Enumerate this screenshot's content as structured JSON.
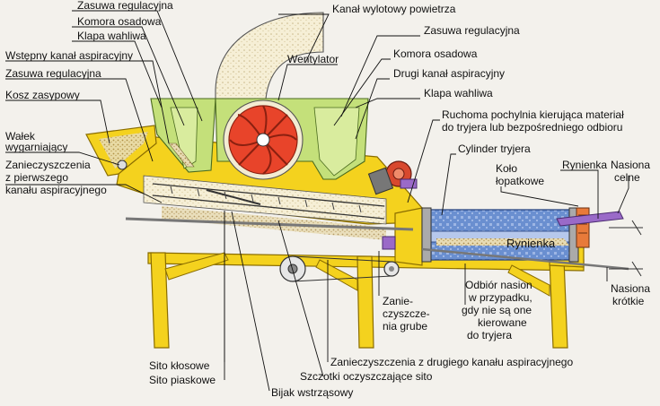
{
  "labels": {
    "zasuwa_regulacyjna_top": "Zasuwa regulacyjna",
    "komora_osadowa_left": "Komora osadowa",
    "klapa_wahliwa_left": "Klapa wahliwa",
    "wstepny_kanal": "Wstępny kanał aspiracyjny",
    "zasuwa_regulacyjna_left": "Zasuwa regulacyjna",
    "kosz_zasypowy": "Kosz zasypowy",
    "walek_1": "Wałek",
    "walek_2": "wygarniający",
    "zanieczyszczenia_1_1": "Zanieczyszczenia",
    "zanieczyszczenia_1_2": "z pierwszego",
    "zanieczyszczenia_1_3": "kanału aspiracyjnego",
    "kanal_wylotowy": "Kanał wylotowy powietrza",
    "zasuwa_regulacyjna_right": "Zasuwa regulacyjna",
    "wentylator": "Wentylator",
    "komora_osadowa_right": "Komora osadowa",
    "drugi_kanal": "Drugi kanał aspiracyjny",
    "klapa_wahliwa_right": "Klapa wahliwa",
    "ruchoma_1": "Ruchoma pochylnia kierująca materiał",
    "ruchoma_2": "do tryjera lub bezpośredniego odbioru",
    "cylinder_tryjera": "Cylinder tryjera",
    "kolo_1": "Koło",
    "kolo_2": "łopatkowe",
    "rynienka_top": "Rynienka",
    "nasiona_celne_1": "Nasiona",
    "nasiona_celne_2": "celne",
    "rynienka_inner": "Rynienka",
    "nasiona_krotkie_1": "Nasiona",
    "nasiona_krotkie_2": "krótkie",
    "zanie_1": "Zanie-",
    "zanie_2": "czyszcze-",
    "zanie_3": "nia grube",
    "odbior_1": "Odbiór nasion",
    "odbior_2": "w przypadku,",
    "odbior_3": "gdy nie są one",
    "odbior_4": "kierowane",
    "odbior_5": "do tryjera",
    "zanieczyszczenia_2": "Zanieczyszczenia z drugiego kanału aspiracyjnego",
    "sito_klosowe": "Sito kłosowe",
    "szczotki": "Szczotki oczyszczające sito",
    "sito_piaskowe": "Sito piaskowe",
    "bijak": "Bijak wstrząsowy"
  },
  "colors": {
    "frame": "#f4d21e",
    "frame_stroke": "#8a6d00",
    "hopper_green": "#c4e07a",
    "fan_red": "#e8442a",
    "duct": "#f3ecd2",
    "trommel": "#6a8fd0",
    "orange": "#e87a3a",
    "purple": "#9a6ac8",
    "motor": "#d8482e"
  }
}
